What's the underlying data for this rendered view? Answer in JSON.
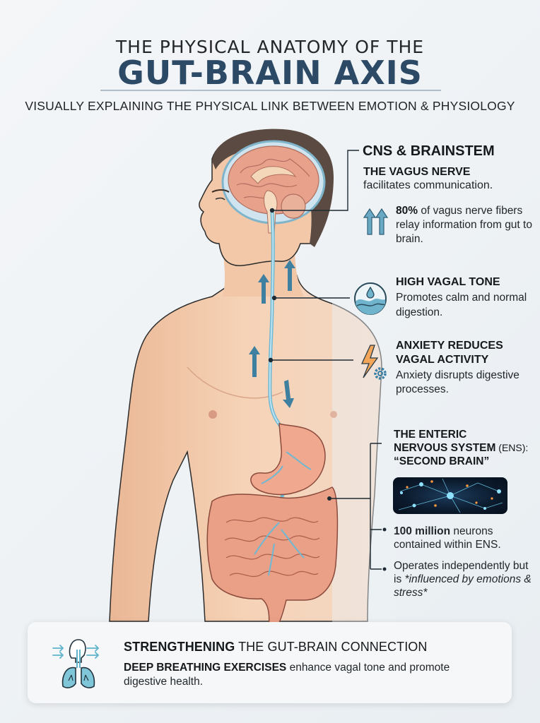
{
  "header": {
    "title_top": "THE PHYSICAL ANATOMY OF THE",
    "title_main": "GUT-BRAIN AXIS",
    "subtitle": "VISUALLY EXPLAINING THE PHYSICAL LINK BETWEEN EMOTION & PHYSIOLOGY"
  },
  "illustration": {
    "subject": "male-torso-profile-with-brain-vagus-nerve-and-digestive-tract",
    "arrows": [
      "up",
      "up",
      "up",
      "down"
    ]
  },
  "callouts": {
    "cns": {
      "title": "CNS & BRAINSTEM"
    },
    "vagus": {
      "title": "THE VAGUS NERVE",
      "body": "facilitates communication."
    },
    "fibers": {
      "icon": "double-up-arrow-icon",
      "stat": "80%",
      "body": " of vagus nerve fibers relay information from gut to brain."
    },
    "high_tone": {
      "icon": "water-drop-wave-icon",
      "title": "HIGH VAGAL TONE",
      "body": "Promotes calm and normal digestion."
    },
    "anxiety": {
      "icon": "lightning-gear-icon",
      "title_line1": "ANXIETY REDUCES",
      "title_line2": "VAGAL ACTIVITY",
      "body": "Anxiety disrupts digestive processes."
    },
    "ens": {
      "title_line1": "THE ENTERIC",
      "title_line2": "NERVOUS SYSTEM",
      "abbr": " (ENS):",
      "title_line3": "“SECOND BRAIN”",
      "image": "neuron-network-image"
    },
    "neurons": {
      "stat": "100 million",
      "body": " neurons contained within ENS."
    },
    "operates": {
      "body": "Operates independently but is ",
      "italic": "*influenced by emotions & stress*"
    }
  },
  "bottom_card": {
    "icon": "lungs-breathing-icon",
    "title_bold": "STRENGTHENING",
    "title_rest": " THE GUT-BRAIN CONNECTION",
    "body_bold": "DEEP BREATHING EXERCISES",
    "body_rest": " enhance vagal tone and promote digestive health."
  },
  "colors": {
    "title_navy": "#2c4a66",
    "nerve_blue": "#7fc6de",
    "arrow_teal": "#3f7fa0",
    "skin": "#f2c9a8",
    "intestine": "#e89a82",
    "lightning_orange": "#f3a55a"
  }
}
